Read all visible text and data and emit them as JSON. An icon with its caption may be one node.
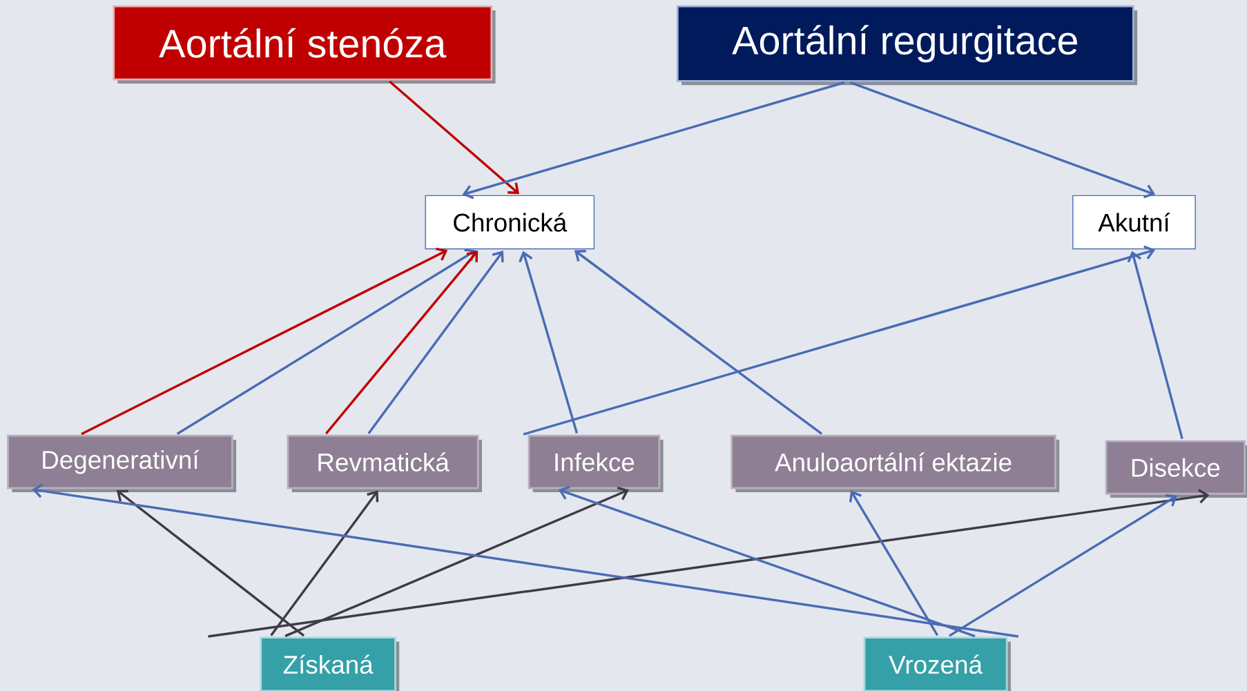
{
  "diagram": {
    "nodes": [
      {
        "text": [
          "Aortální stenóza"
        ]
      },
      {
        "text": [
          "Aortální regurgitace"
        ]
      },
      {
        "text": [
          "Chronická"
        ]
      },
      {
        "text": [
          "Akutní"
        ]
      },
      {
        "text": [
          "Degenerativní"
        ]
      },
      {
        "text": [
          "Revmatická"
        ]
      },
      {
        "text": [
          "Infekce"
        ]
      },
      {
        "text": [
          "Anuloaortální ektazie"
        ]
      },
      {
        "text": [
          "Disekce"
        ]
      },
      {
        "text": [
          "Získaná"
        ]
      },
      {
        "text": [
          "Vrozená"
        ]
      }
    ],
    "edges": [
      {
        "from": 0,
        "to": 2,
        "arrow": "to",
        "color": "#c00000"
      },
      {
        "from": 1,
        "to": 2,
        "arrow": "to"
      },
      {
        "from": 1,
        "to": 3,
        "arrow": "to"
      },
      {
        "from": 4,
        "to": 2,
        "arrow": "to",
        "color": "#c00000"
      },
      {
        "from": 4,
        "to": 2,
        "arrow": "to"
      },
      {
        "from": 5,
        "to": 2,
        "arrow": "to",
        "color": "#c00000"
      },
      {
        "from": 5,
        "to": 2,
        "arrow": "to"
      },
      {
        "from": 6,
        "to": 2,
        "arrow": "to"
      },
      {
        "from": 6,
        "to": 3,
        "arrow": "to"
      },
      {
        "from": 7,
        "to": 2,
        "arrow": "to"
      },
      {
        "from": 8,
        "to": 3,
        "arrow": "to"
      },
      {
        "from": 9,
        "to": 4,
        "arrow": "to",
        "color": "#3f3b45"
      },
      {
        "from": 9,
        "to": 5,
        "arrow": "to",
        "color": "#3f3b45"
      },
      {
        "from": 9,
        "to": 6,
        "arrow": "to",
        "color": "#3f3b45"
      },
      {
        "from": 9,
        "to": 8,
        "arrow": "to",
        "color": "#3f3b45"
      },
      {
        "from": 10,
        "to": 4,
        "arrow": "to"
      },
      {
        "from": 10,
        "to": 6,
        "arrow": "to"
      },
      {
        "from": 10,
        "to": 7,
        "arrow": "to"
      },
      {
        "from": 10,
        "to": 8,
        "arrow": "to"
      }
    ]
  }
}
